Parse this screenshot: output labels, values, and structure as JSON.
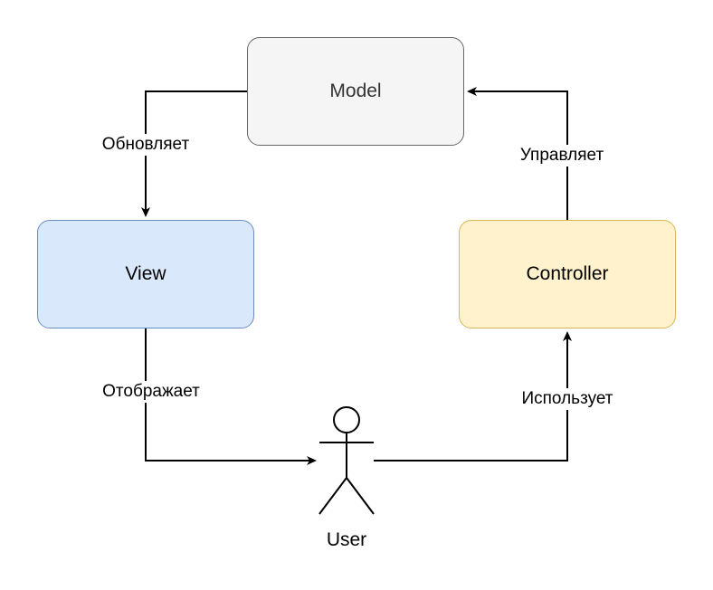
{
  "nodes": {
    "model": {
      "label": "Model",
      "fill": "#f5f5f5",
      "stroke": "#666666"
    },
    "view": {
      "label": "View",
      "fill": "#dae8fc",
      "stroke": "#6c8ebf"
    },
    "controller": {
      "label": "Controller",
      "fill": "#fff2cc",
      "stroke": "#d6b656"
    }
  },
  "actor": {
    "label": "User",
    "icon": "stick-figure-icon"
  },
  "edges": {
    "model_to_view": {
      "label": "Обновляет"
    },
    "controller_to_model": {
      "label": "Управляет"
    },
    "view_to_user": {
      "label": "Отображает"
    },
    "user_to_controller": {
      "label": "Использует"
    }
  },
  "colors": {
    "edge": "#000000",
    "background": "#ffffff"
  }
}
